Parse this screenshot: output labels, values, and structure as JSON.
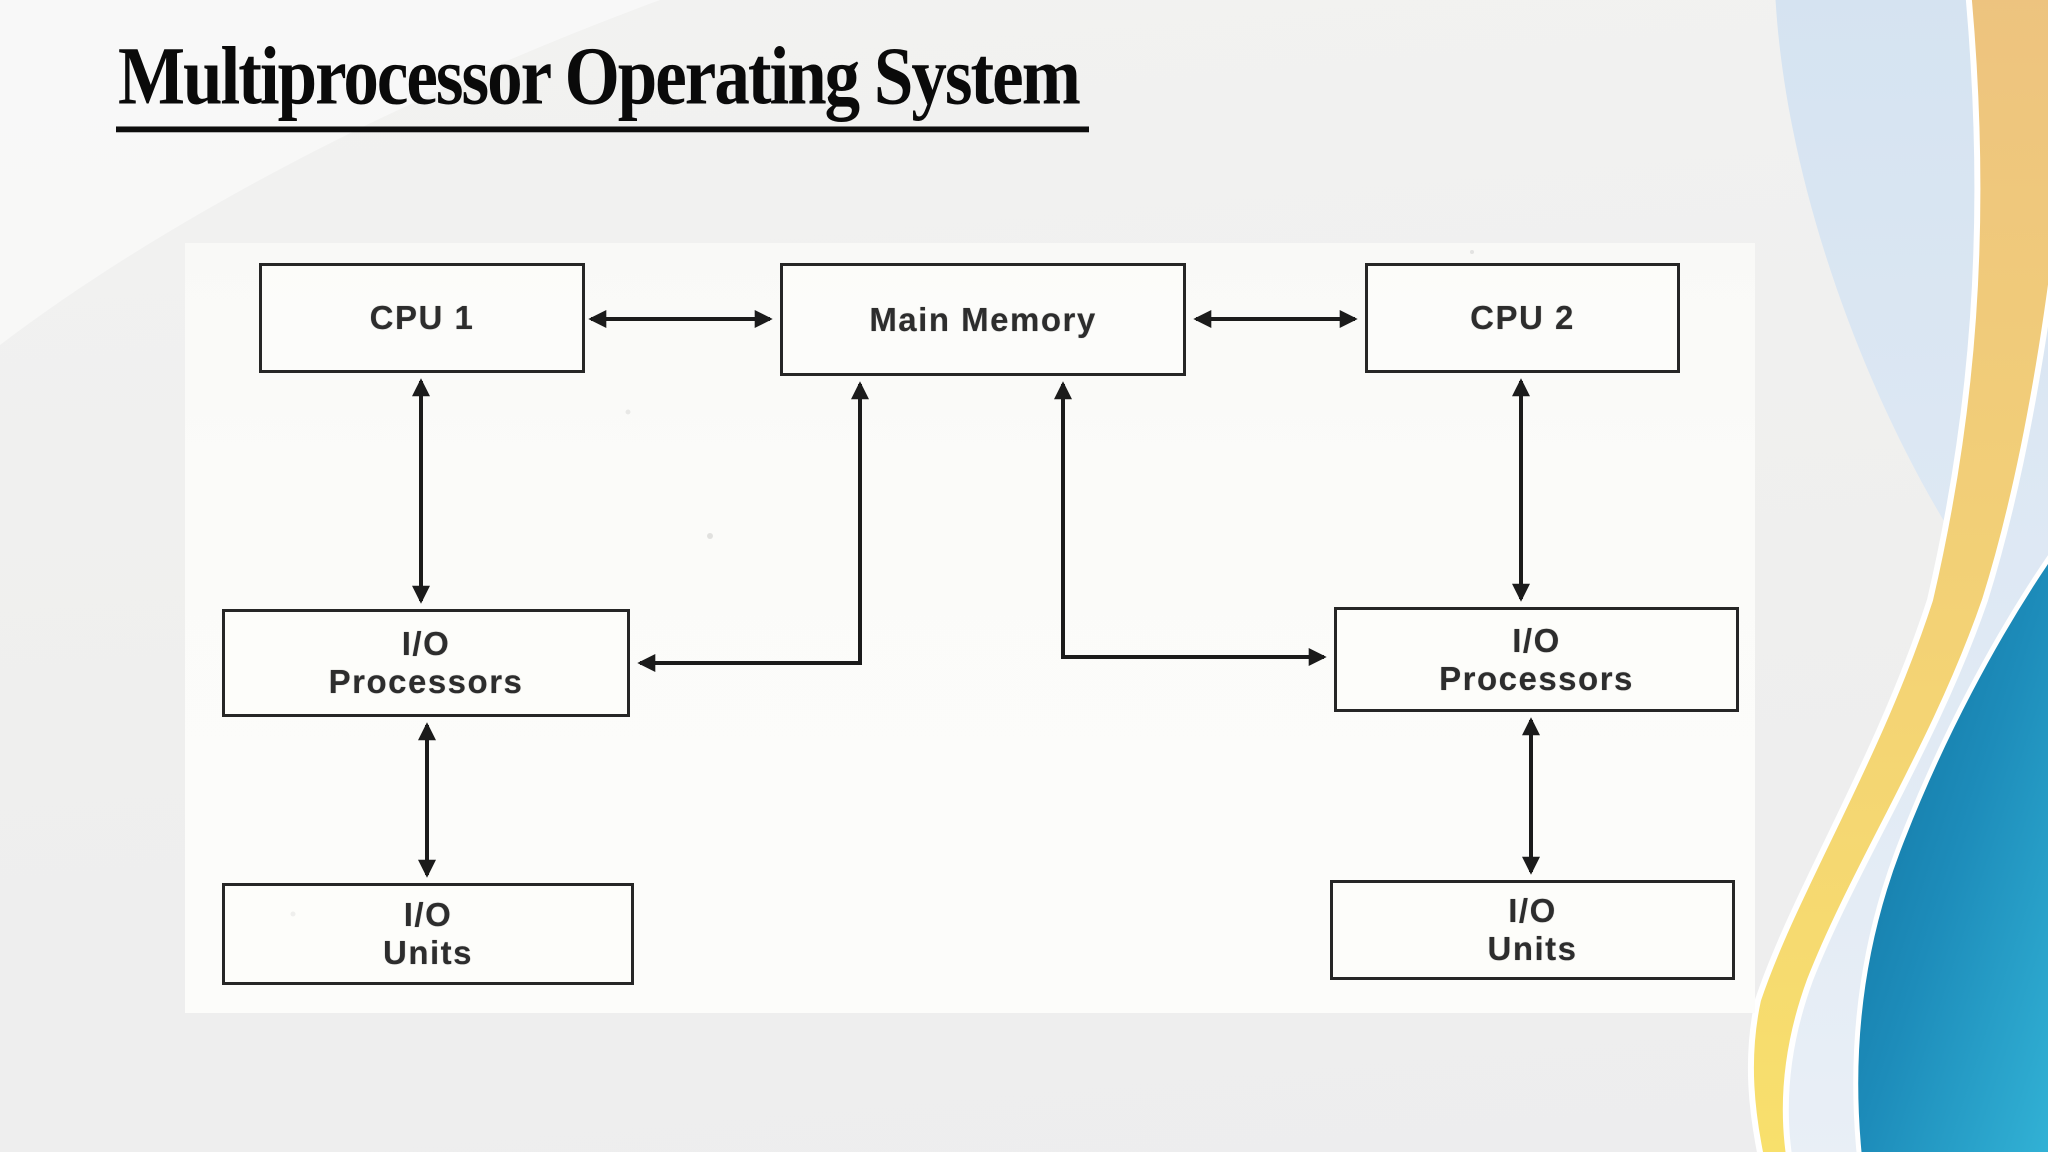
{
  "slide": {
    "title": "Multiprocessor Operating System"
  },
  "diagram": {
    "nodes": [
      {
        "id": "cpu1",
        "line1": "CPU 1",
        "line2": ""
      },
      {
        "id": "main-memory",
        "line1": "Main Memory",
        "line2": ""
      },
      {
        "id": "cpu2",
        "line1": "CPU 2",
        "line2": ""
      },
      {
        "id": "io-processors-left",
        "line1": "I/O",
        "line2": "Processors"
      },
      {
        "id": "io-units-left",
        "line1": "I/O",
        "line2": "Units"
      },
      {
        "id": "io-processors-right",
        "line1": "I/O",
        "line2": "Processors"
      },
      {
        "id": "io-units-right",
        "line1": "I/O",
        "line2": "Units"
      }
    ],
    "edges": [
      {
        "from": "CPU 1",
        "to": "Main Memory",
        "type": "bidirectional"
      },
      {
        "from": "Main Memory",
        "to": "CPU 2",
        "type": "bidirectional"
      },
      {
        "from": "CPU 1",
        "to": "I/O Processors (left)",
        "type": "bidirectional"
      },
      {
        "from": "I/O Processors (left)",
        "to": "I/O Units (left)",
        "type": "bidirectional"
      },
      {
        "from": "CPU 2",
        "to": "I/O Processors (right)",
        "type": "bidirectional"
      },
      {
        "from": "I/O Processors (right)",
        "to": "I/O Units (right)",
        "type": "bidirectional"
      },
      {
        "from": "Main Memory",
        "to": "I/O Processors (left)",
        "type": "bidirectional"
      },
      {
        "from": "Main Memory",
        "to": "I/O Processors (right)",
        "type": "bidirectional"
      }
    ]
  },
  "colors": {
    "title": "#0a0a0a",
    "slide_background": "#f1f1f0",
    "scan_background": "#fbfbf9",
    "box_border": "#262626",
    "arrow": "#1b1b1b",
    "accent_pale_blue": "#d9e5f2",
    "accent_yellow": "#f4d472",
    "accent_teal": "#1d89b5"
  }
}
